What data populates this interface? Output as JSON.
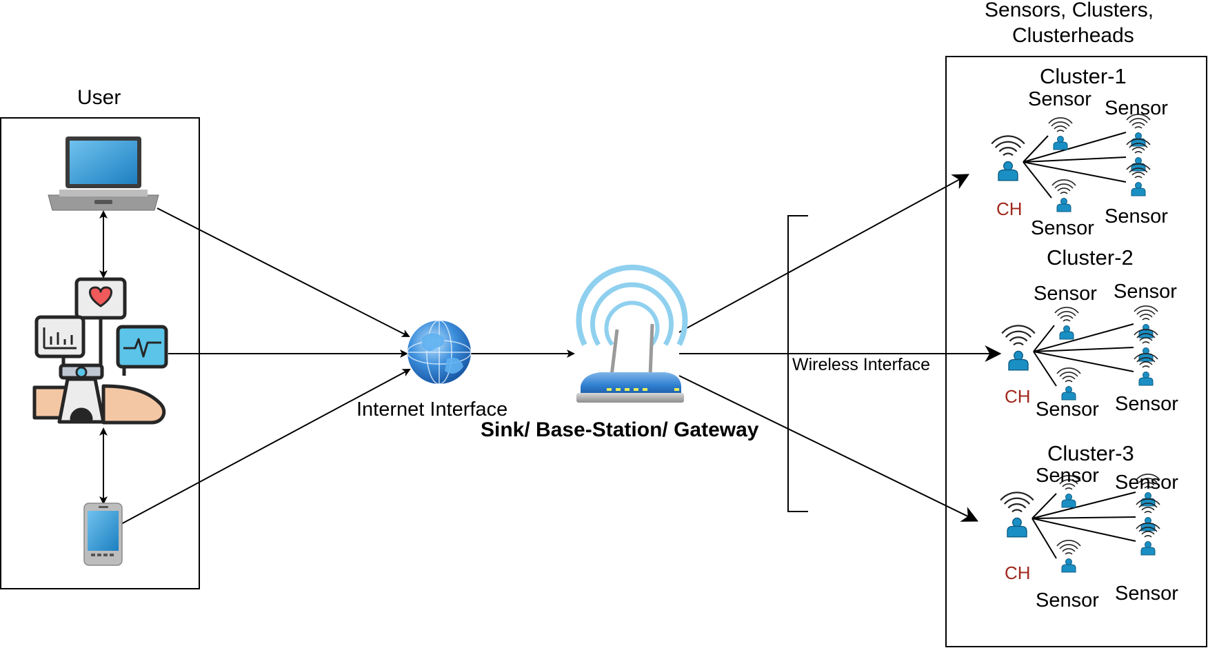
{
  "colors": {
    "line": "#000000",
    "ch_text": "#a0281e",
    "sensor_blue": "#1a8fc4",
    "device_dark": "#2b2b2b",
    "globe_blue": "#2f83d4",
    "router_blue": "#2f7fd0",
    "wifi_light": "#8fd0ef"
  },
  "icons": {
    "laptop": "laptop-icon",
    "health_monitor": "health-monitor-icon",
    "smartphone": "smartphone-icon",
    "globe": "globe-icon",
    "router": "router-icon",
    "sensor": "sensor-node-icon"
  },
  "user": {
    "title": "User"
  },
  "internet": {
    "label": "Internet Interface"
  },
  "gateway": {
    "label": "Sink/ Base-Station/ Gateway"
  },
  "wireless": {
    "label": "Wireless Interface"
  },
  "network": {
    "title_line1": "Sensors, Clusters,",
    "title_line2": "Clusterheads",
    "clusters": [
      {
        "name": "Cluster-1",
        "ch": "CH",
        "sensor_labels": [
          "Sensor",
          "Sensor",
          "Sensor",
          "Sensor"
        ]
      },
      {
        "name": "Cluster-2",
        "ch": "CH",
        "sensor_labels": [
          "Sensor",
          "Sensor",
          "Sensor",
          "Sensor"
        ]
      },
      {
        "name": "Cluster-3",
        "ch": "CH",
        "sensor_labels": [
          "Sensor",
          "Sensor",
          "Sensor",
          "Sensor"
        ]
      }
    ]
  }
}
